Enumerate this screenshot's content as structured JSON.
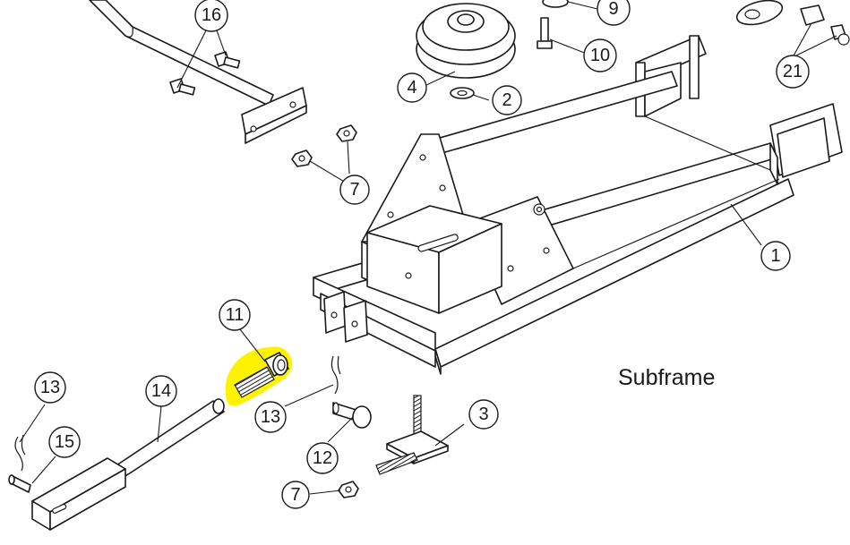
{
  "diagram": {
    "title": "Subframe",
    "highlight_color": "#fff200",
    "callouts": [
      {
        "id": "c16",
        "label": "16"
      },
      {
        "id": "c9",
        "label": "9"
      },
      {
        "id": "c10",
        "label": "10"
      },
      {
        "id": "c4",
        "label": "4"
      },
      {
        "id": "c2",
        "label": "2"
      },
      {
        "id": "c21",
        "label": "21"
      },
      {
        "id": "c7a",
        "label": "7"
      },
      {
        "id": "c1",
        "label": "1"
      },
      {
        "id": "c11",
        "label": "11"
      },
      {
        "id": "c13a",
        "label": "13"
      },
      {
        "id": "c14",
        "label": "14"
      },
      {
        "id": "c15",
        "label": "15"
      },
      {
        "id": "c13b",
        "label": "13"
      },
      {
        "id": "c12",
        "label": "12"
      },
      {
        "id": "c3",
        "label": "3"
      },
      {
        "id": "c7b",
        "label": "7"
      }
    ]
  }
}
